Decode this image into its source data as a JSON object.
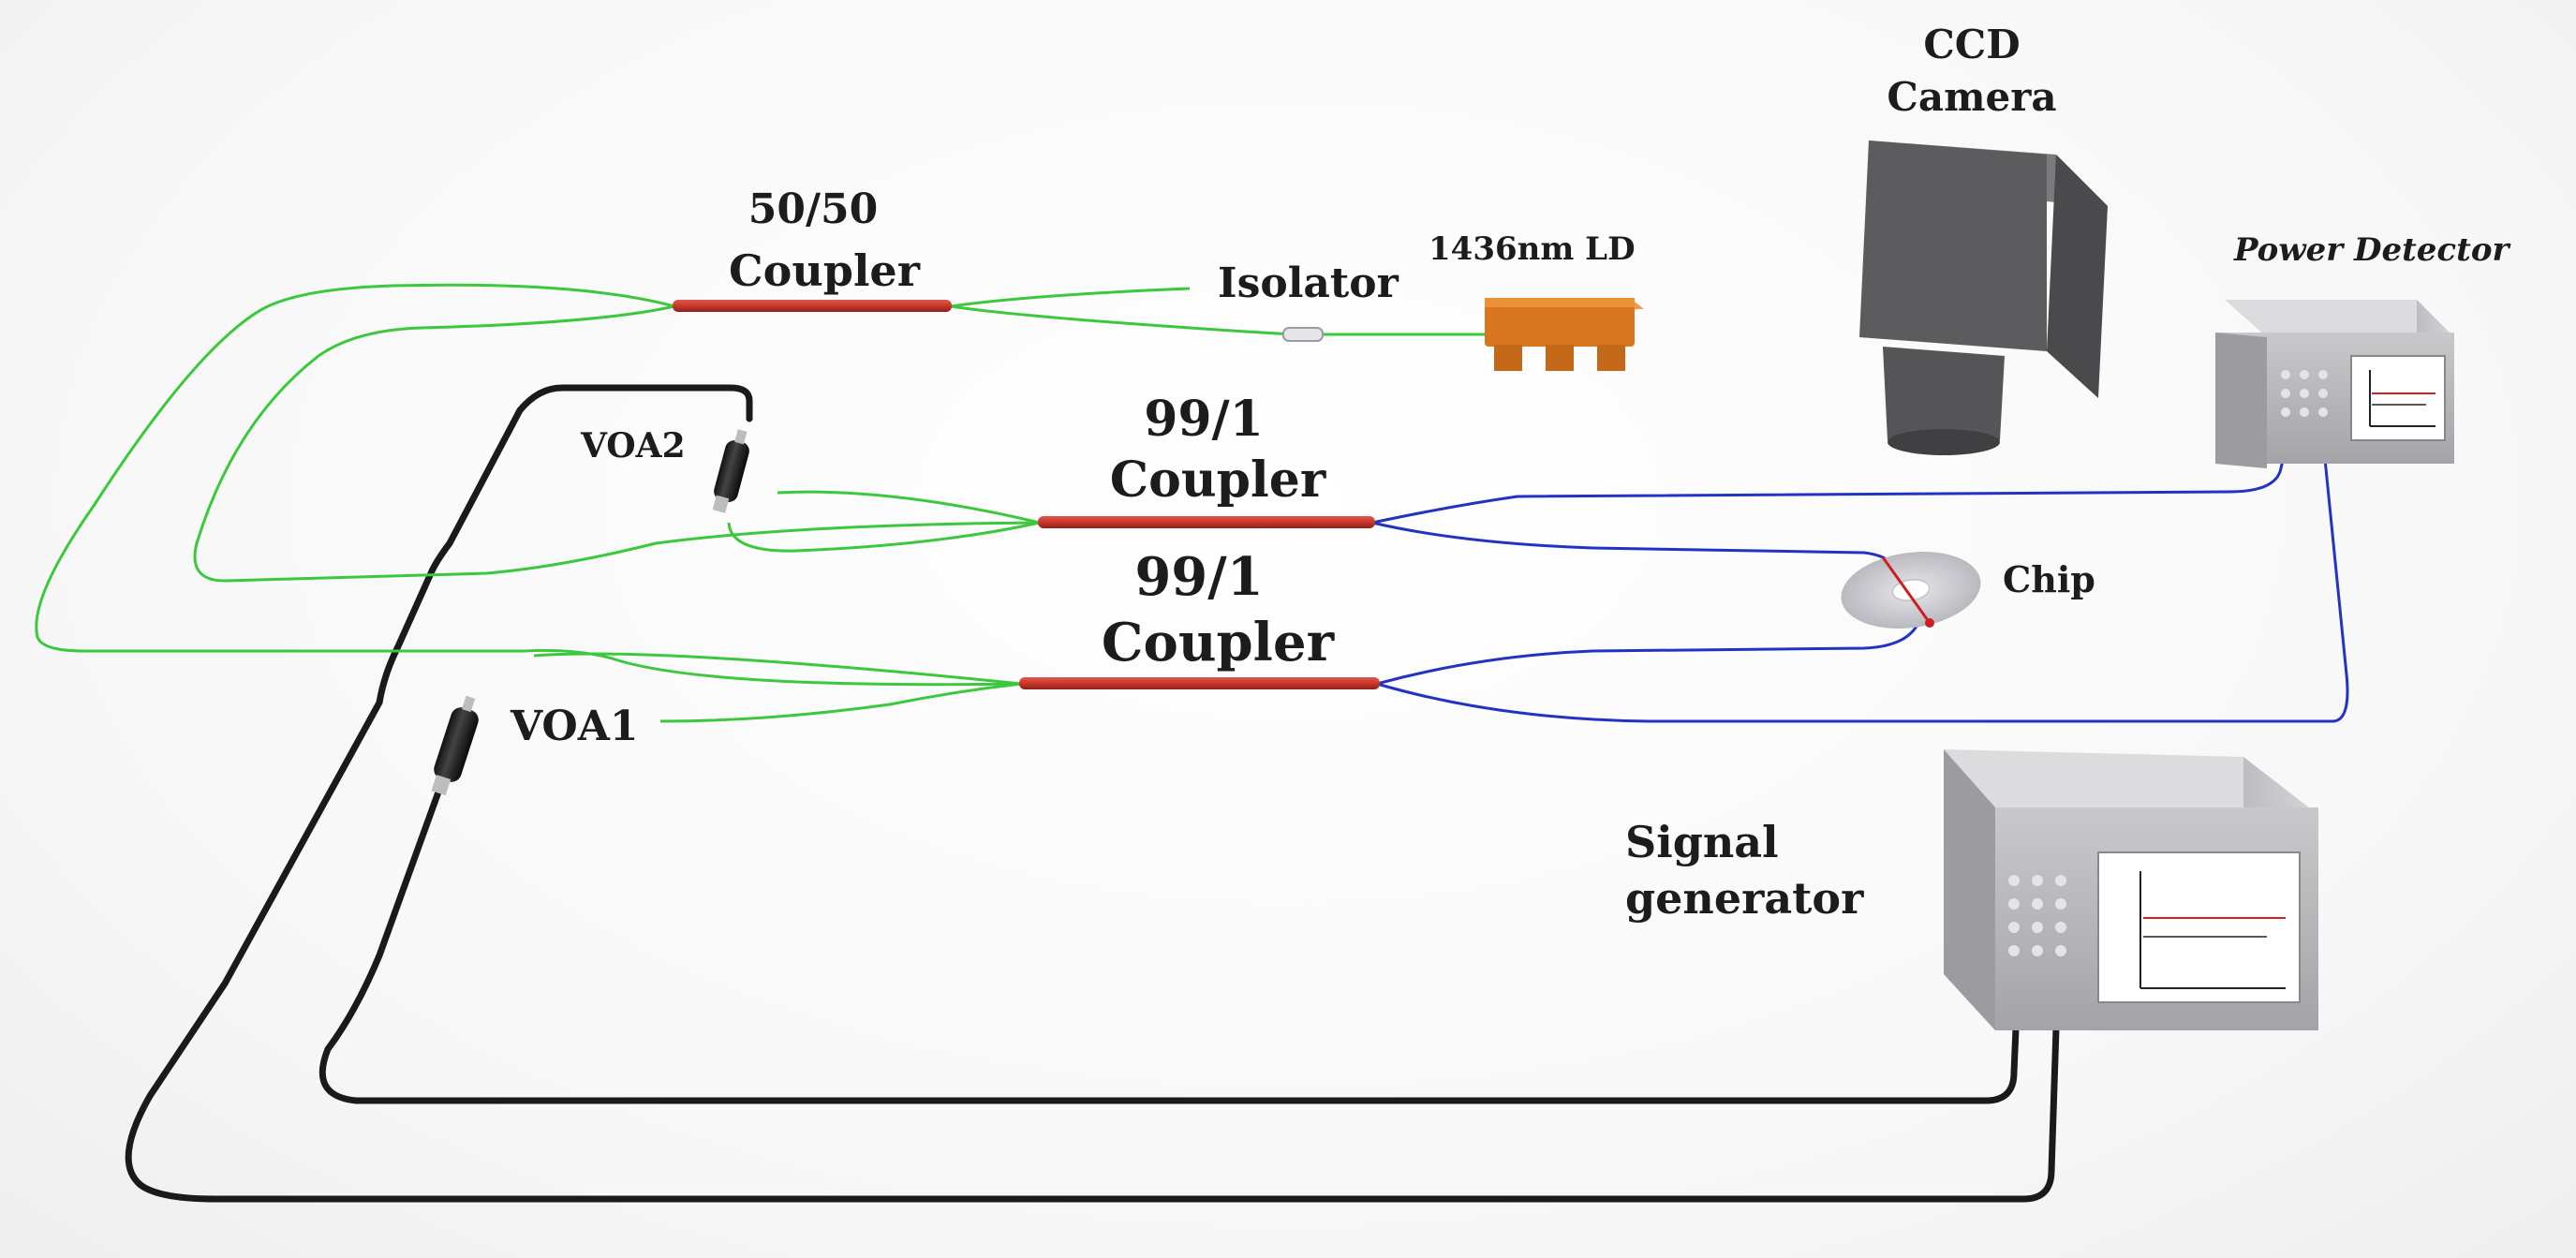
{
  "labels": {
    "coupler_5050_line1": "50/50",
    "coupler_5050_line2": "Coupler",
    "isolator": "Isolator",
    "ld": "1436nm  LD",
    "ccd_line1": "CCD",
    "ccd_line2": "Camera",
    "power_detector": "Power Detector",
    "voa2": "VOA2",
    "coupler_991_top_line1": "99/1",
    "coupler_991_top_line2": "Coupler",
    "coupler_991_bottom_line1": "99/1",
    "coupler_991_bottom_line2": "Coupler",
    "chip": "Chip",
    "voa1": "VOA1",
    "signal_gen_line1": "Signal",
    "signal_gen_line2": "generator"
  },
  "colors": {
    "fiber_green": "#3cc83c",
    "fiber_blue": "#2233c4",
    "cable_black": "#1a1a1a",
    "coupler_red": "#c8382c",
    "laser_orange": "#d8771f",
    "device_gray": "#b9b9bd",
    "camera_gray": "#5a5a5c"
  }
}
